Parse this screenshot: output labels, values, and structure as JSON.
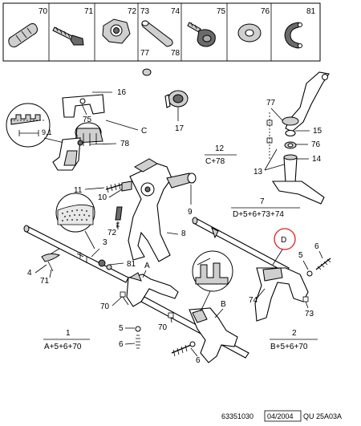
{
  "legend_parts": [
    "70",
    "71",
    "72",
    "73",
    "74",
    "75",
    "76",
    "81"
  ],
  "legend_sub": {
    "left": "77",
    "right": "78"
  },
  "callouts": {
    "c16": "16",
    "c75a": "75",
    "cC": "C",
    "c17": "17",
    "c78a": "78",
    "c77": "77",
    "c15": "15",
    "c76": "76",
    "c14": "14",
    "c13": "13",
    "c11": "11",
    "c10": "10",
    "c9": "9",
    "c72": "72",
    "c8": "8",
    "c3": "3",
    "c81": "81",
    "c4": "4",
    "c71": "71",
    "cA": "A",
    "c70a": "70",
    "c70b": "70",
    "c5a": "5",
    "c6a": "6",
    "c6b": "6",
    "cB": "B",
    "cD": "D",
    "c6c": "6",
    "c5b": "5",
    "c74": "74",
    "c73": "73",
    "c91": "9,1"
  },
  "groups": {
    "g12": {
      "num": "12",
      "formula": "C+78"
    },
    "g7": {
      "num": "7",
      "formula": "D+5+6+73+74"
    },
    "g1": {
      "num": "1",
      "formula": "A+5+6+70"
    },
    "g2": {
      "num": "2",
      "formula": "B+5+6+70"
    }
  },
  "footer": {
    "ref": "63351030",
    "date": "04/2004",
    "code": "QU 25A03A"
  },
  "colors": {
    "highlight": "#e02020",
    "ink": "#000000"
  }
}
